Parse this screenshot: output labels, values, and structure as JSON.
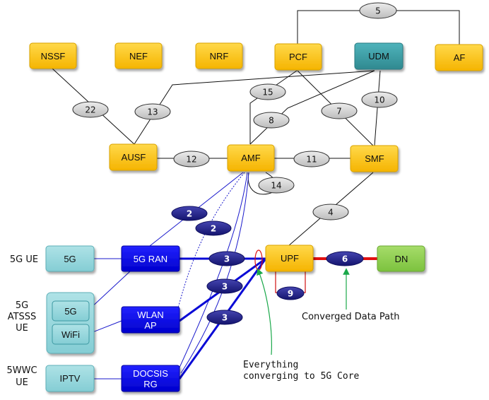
{
  "nodes": {
    "nssf": "NSSF",
    "nef": "NEF",
    "nrf": "NRF",
    "pcf": "PCF",
    "udm": "UDM",
    "af": "AF",
    "ausf": "AUSF",
    "amf": "AMF",
    "smf": "SMF",
    "upf": "UPF",
    "dn": "DN",
    "ue_5g_box": "5G",
    "ran_5g": "5G RAN",
    "wlan_ap_line1": "WLAN",
    "wlan_ap_line2": "AP",
    "atsss_5g": "5G",
    "atsss_wifi": "WiFi",
    "iptv": "IPTV",
    "docsis_line1": "DOCSIS",
    "docsis_line2": "RG"
  },
  "side_labels": {
    "ue_5g": "5G UE",
    "atsss_line1": "5G",
    "atsss_line2": "ATSSS",
    "atsss_line3": "UE",
    "wwc_line1": "5WWC",
    "wwc_line2": "UE"
  },
  "interfaces": {
    "n5": "5",
    "n15": "15",
    "n10": "10",
    "n22": "22",
    "n13": "13",
    "n8": "8",
    "n7": "7",
    "n12": "12",
    "n11": "11",
    "n14": "14",
    "n4": "4",
    "n2a": "2",
    "n2b": "2",
    "n3a": "3",
    "n3b": "3",
    "n3c": "3",
    "n6": "6",
    "n9": "9"
  },
  "annotations": {
    "converged_path": "Converged Data Path",
    "everything_line1": "Everything",
    "everything_line2": "converging to 5G Core"
  },
  "colors": {
    "nf_yellow": "#ffc400",
    "udm_teal": "#3a9ea6",
    "dn_green": "#8fd14f",
    "ue_cyan": "#93d6dc",
    "ran_blue": "#0000ee",
    "data_red": "#e01010",
    "interface_grey": "#d4d4d4",
    "interface_navy": "#23238c"
  }
}
